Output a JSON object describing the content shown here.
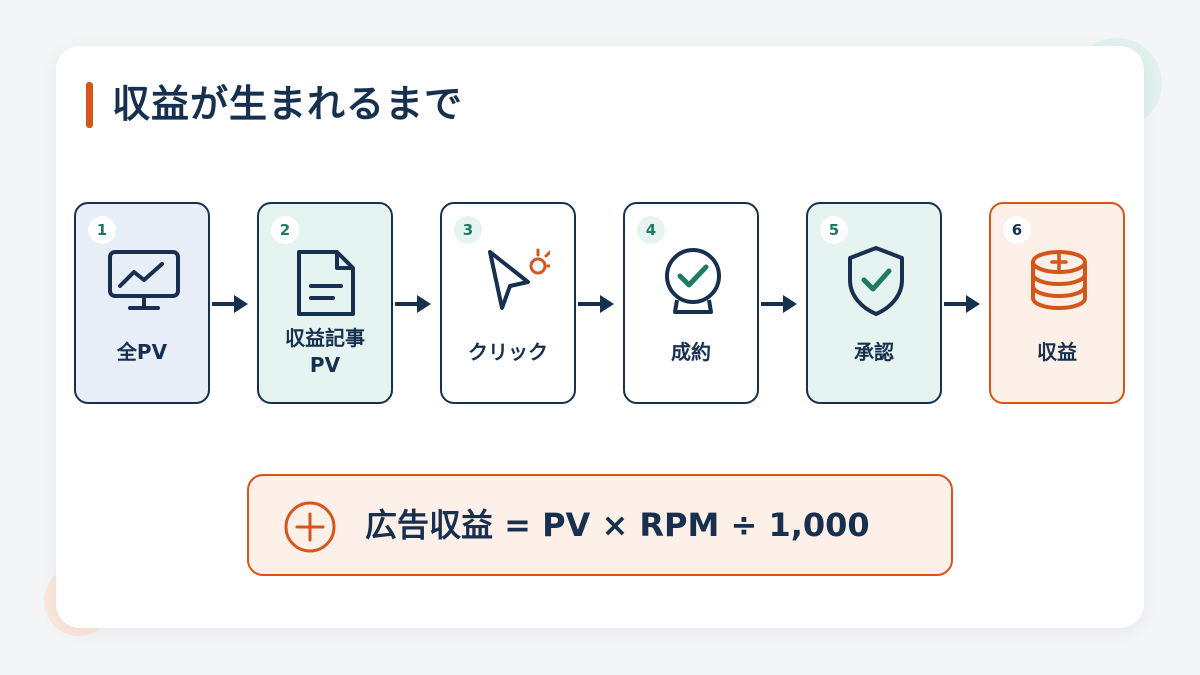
{
  "title": "収益が生まれるまで",
  "steps": [
    {
      "number": "1",
      "label": "全PV",
      "icon": "monitor-chart-icon"
    },
    {
      "number": "2",
      "label": "収益記事\nPV",
      "icon": "document-icon"
    },
    {
      "number": "3",
      "label": "クリック",
      "icon": "cursor-click-icon"
    },
    {
      "number": "4",
      "label": "成約",
      "icon": "check-badge-icon"
    },
    {
      "number": "5",
      "label": "承認",
      "icon": "shield-check-icon"
    },
    {
      "number": "6",
      "label": "収益",
      "icon": "coins-icon"
    }
  ],
  "formula": {
    "text": "広告収益 = PV × RPM ÷ 1,000",
    "icon": "plus-circle-icon"
  },
  "colors": {
    "navy": "#17304f",
    "accent": "#d5561a",
    "teal": "#1f7a63",
    "blue_fill": "#e8eef7",
    "teal_fill": "#e6f4f1",
    "orange_fill": "#fdf0e8"
  }
}
